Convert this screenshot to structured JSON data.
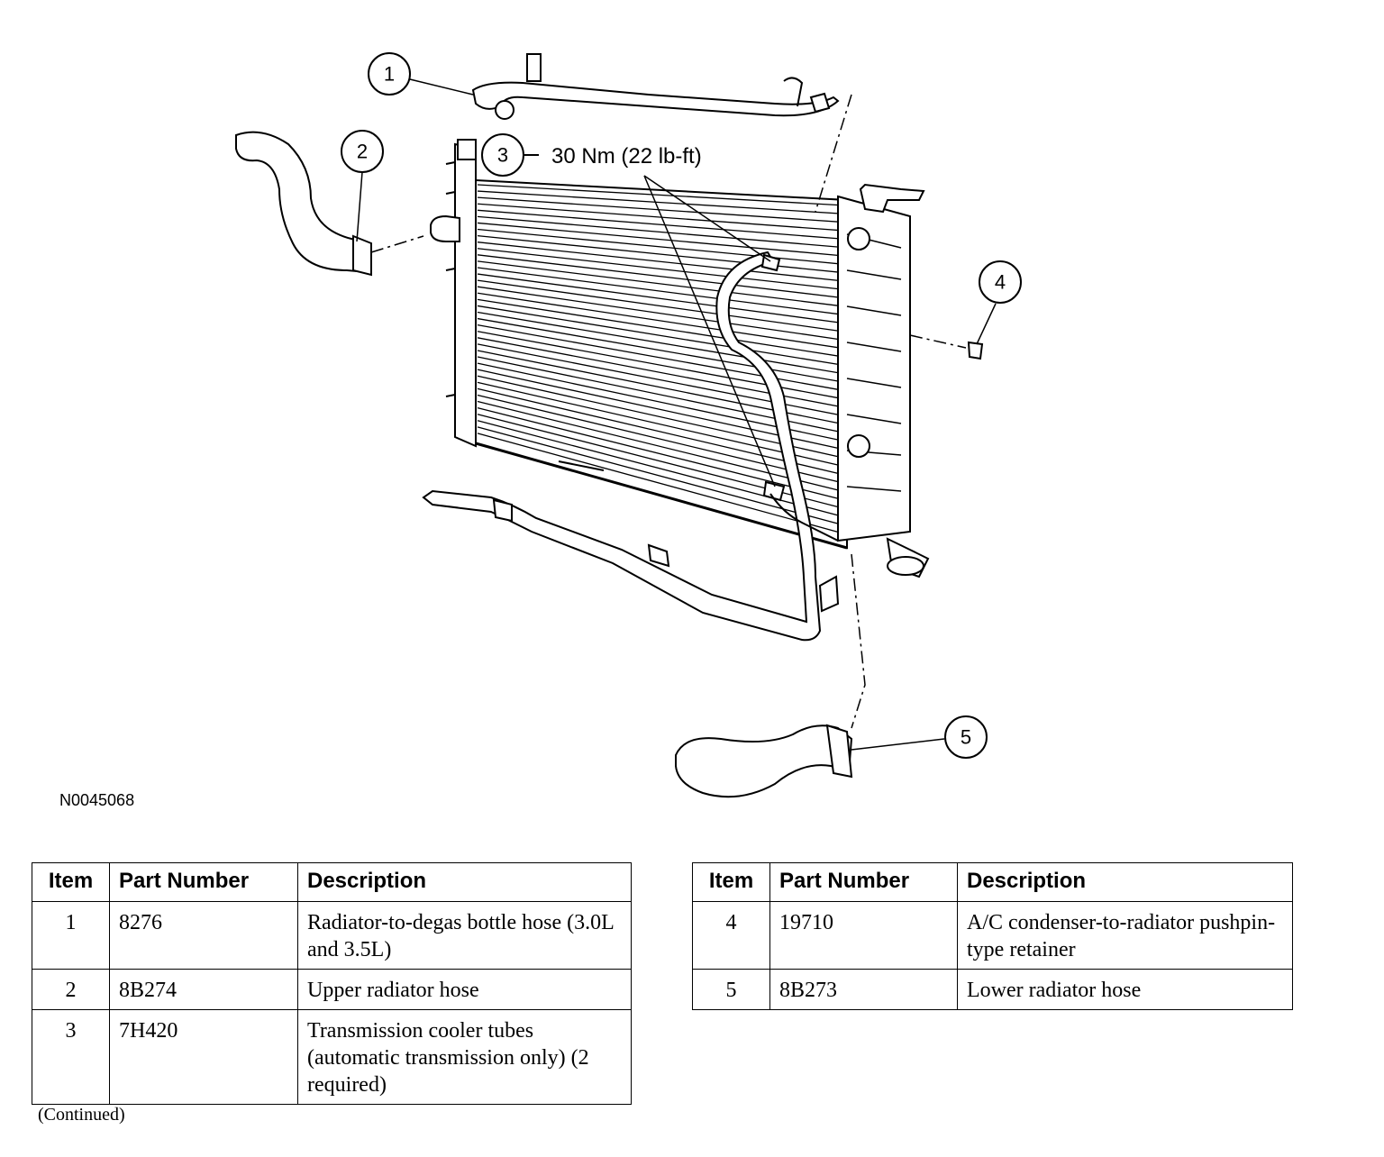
{
  "diagram": {
    "torque_label": "30 Nm (22 lb-ft)",
    "callouts": [
      "1",
      "2",
      "3",
      "4",
      "5"
    ],
    "figure_id": "N0045068"
  },
  "table_left": {
    "headers": [
      "Item",
      "Part Number",
      "Description"
    ],
    "rows": [
      {
        "item": "1",
        "part": "8276",
        "desc": "Radiator-to-degas bottle hose (3.0L and 3.5L)"
      },
      {
        "item": "2",
        "part": "8B274",
        "desc": "Upper radiator hose"
      },
      {
        "item": "3",
        "part": "7H420",
        "desc": "Transmission cooler tubes (automatic transmission only) (2 required)"
      }
    ]
  },
  "table_right": {
    "headers": [
      "Item",
      "Part Number",
      "Description"
    ],
    "rows": [
      {
        "item": "4",
        "part": "19710",
        "desc": "A/C condenser-to-radiator pushpin-type retainer"
      },
      {
        "item": "5",
        "part": "8B273",
        "desc": "Lower radiator hose"
      }
    ]
  },
  "footer": {
    "continued": "(Continued)"
  }
}
